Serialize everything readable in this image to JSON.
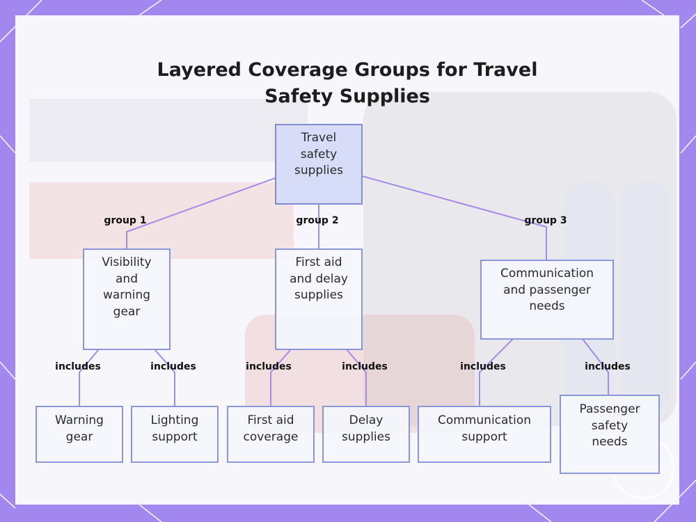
{
  "title_lines": [
    "Layered Coverage Groups for Travel",
    "Safety Supplies"
  ],
  "nodes": {
    "root": "Travel\nsafety\nsupplies",
    "g1": "Visibility\nand\nwarning\ngear",
    "g2": "First aid\nand delay\nsupplies",
    "g3": "Communication\nand passenger\nneeds",
    "l1": "Warning\ngear",
    "l2": "Lighting\nsupport",
    "l3": "First aid\ncoverage",
    "l4": "Delay\nsupplies",
    "l5": "Communication\nsupport",
    "l6": "Passenger\nsafety\nneeds"
  },
  "edge_labels": {
    "group1": "group 1",
    "group2": "group 2",
    "group3": "group 3",
    "includes": "includes"
  },
  "colors": {
    "frame": "#a187ee",
    "edge": "#a58be6",
    "node_border": "#8a96d8",
    "root_fill": "#d7dcf8"
  }
}
